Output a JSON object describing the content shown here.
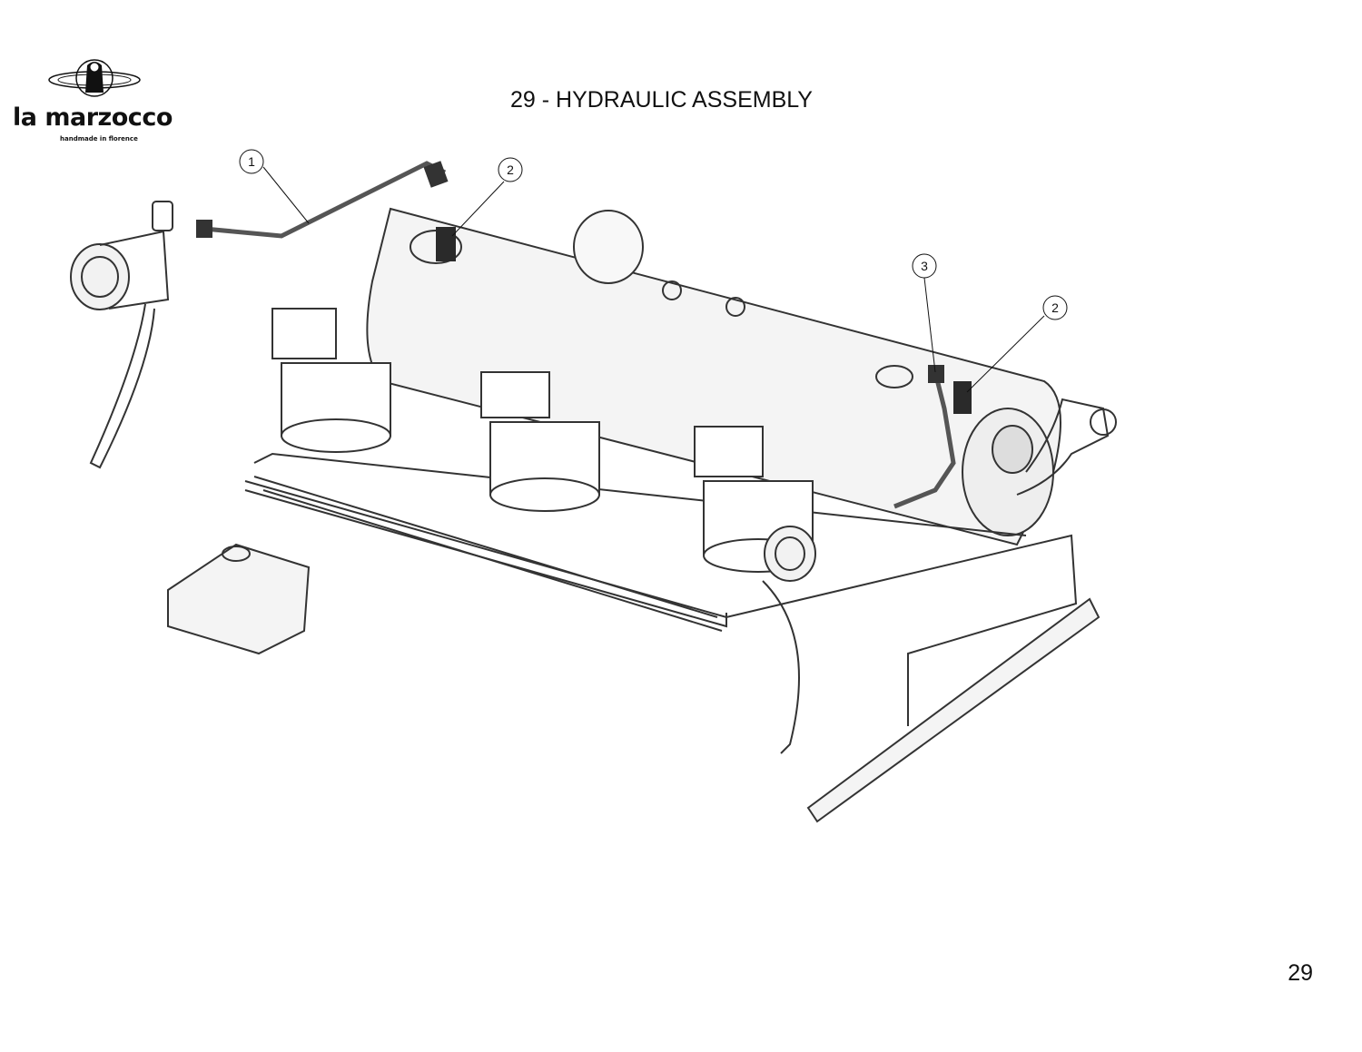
{
  "header": {
    "brand_name": "la marzocco",
    "brand_tagline": "handmade in florence",
    "title": "29 - HYDRAULIC ASSEMBLY"
  },
  "drawing": {
    "callouts": [
      {
        "id": "callout-1",
        "label": "1"
      },
      {
        "id": "callout-2-left",
        "label": "2"
      },
      {
        "id": "callout-3",
        "label": "3"
      },
      {
        "id": "callout-2-right",
        "label": "2"
      }
    ]
  },
  "footer": {
    "page_number": "29"
  }
}
